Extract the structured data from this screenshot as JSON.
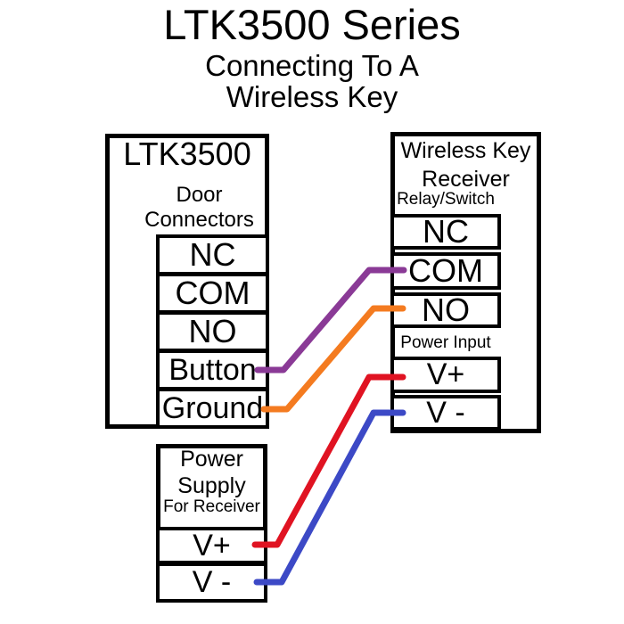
{
  "header": {
    "title": "LTK3500 Series",
    "subtitle_line1": "Connecting To A",
    "subtitle_line2": "Wireless Key"
  },
  "ltk3500_box": {
    "title": "LTK3500",
    "subtitle_line1": "Door",
    "subtitle_line2": "Connectors",
    "terminals": [
      "NC",
      "COM",
      "NO",
      "Button",
      "Ground"
    ]
  },
  "receiver_box": {
    "title_line1": "Wireless Key",
    "title_line2": "Receiver",
    "relay_section_label": "Relay/Switch",
    "relay_terminals": [
      "NC",
      "COM",
      "NO"
    ],
    "power_section_label": "Power Input",
    "power_terminals": [
      "V+",
      "V -"
    ]
  },
  "power_supply_box": {
    "title_line1": "Power",
    "title_line2": "Supply",
    "subtitle": "For Receiver",
    "terminals": [
      "V+",
      "V -"
    ]
  },
  "wires": [
    {
      "name": "button-to-com",
      "from": "LTK3500 Button",
      "to": "Receiver COM",
      "color": "#8a3a96"
    },
    {
      "name": "ground-to-no",
      "from": "LTK3500 Ground",
      "to": "Receiver NO",
      "color": "#f47b20"
    },
    {
      "name": "vplus-to-vplus",
      "from": "Power Supply V+",
      "to": "Receiver V+",
      "color": "#e01322"
    },
    {
      "name": "vminus-to-vminus",
      "from": "Power Supply V -",
      "to": "Receiver V -",
      "color": "#3c49c6"
    }
  ],
  "colors": {
    "background": "#ffffff",
    "line": "#000000"
  }
}
